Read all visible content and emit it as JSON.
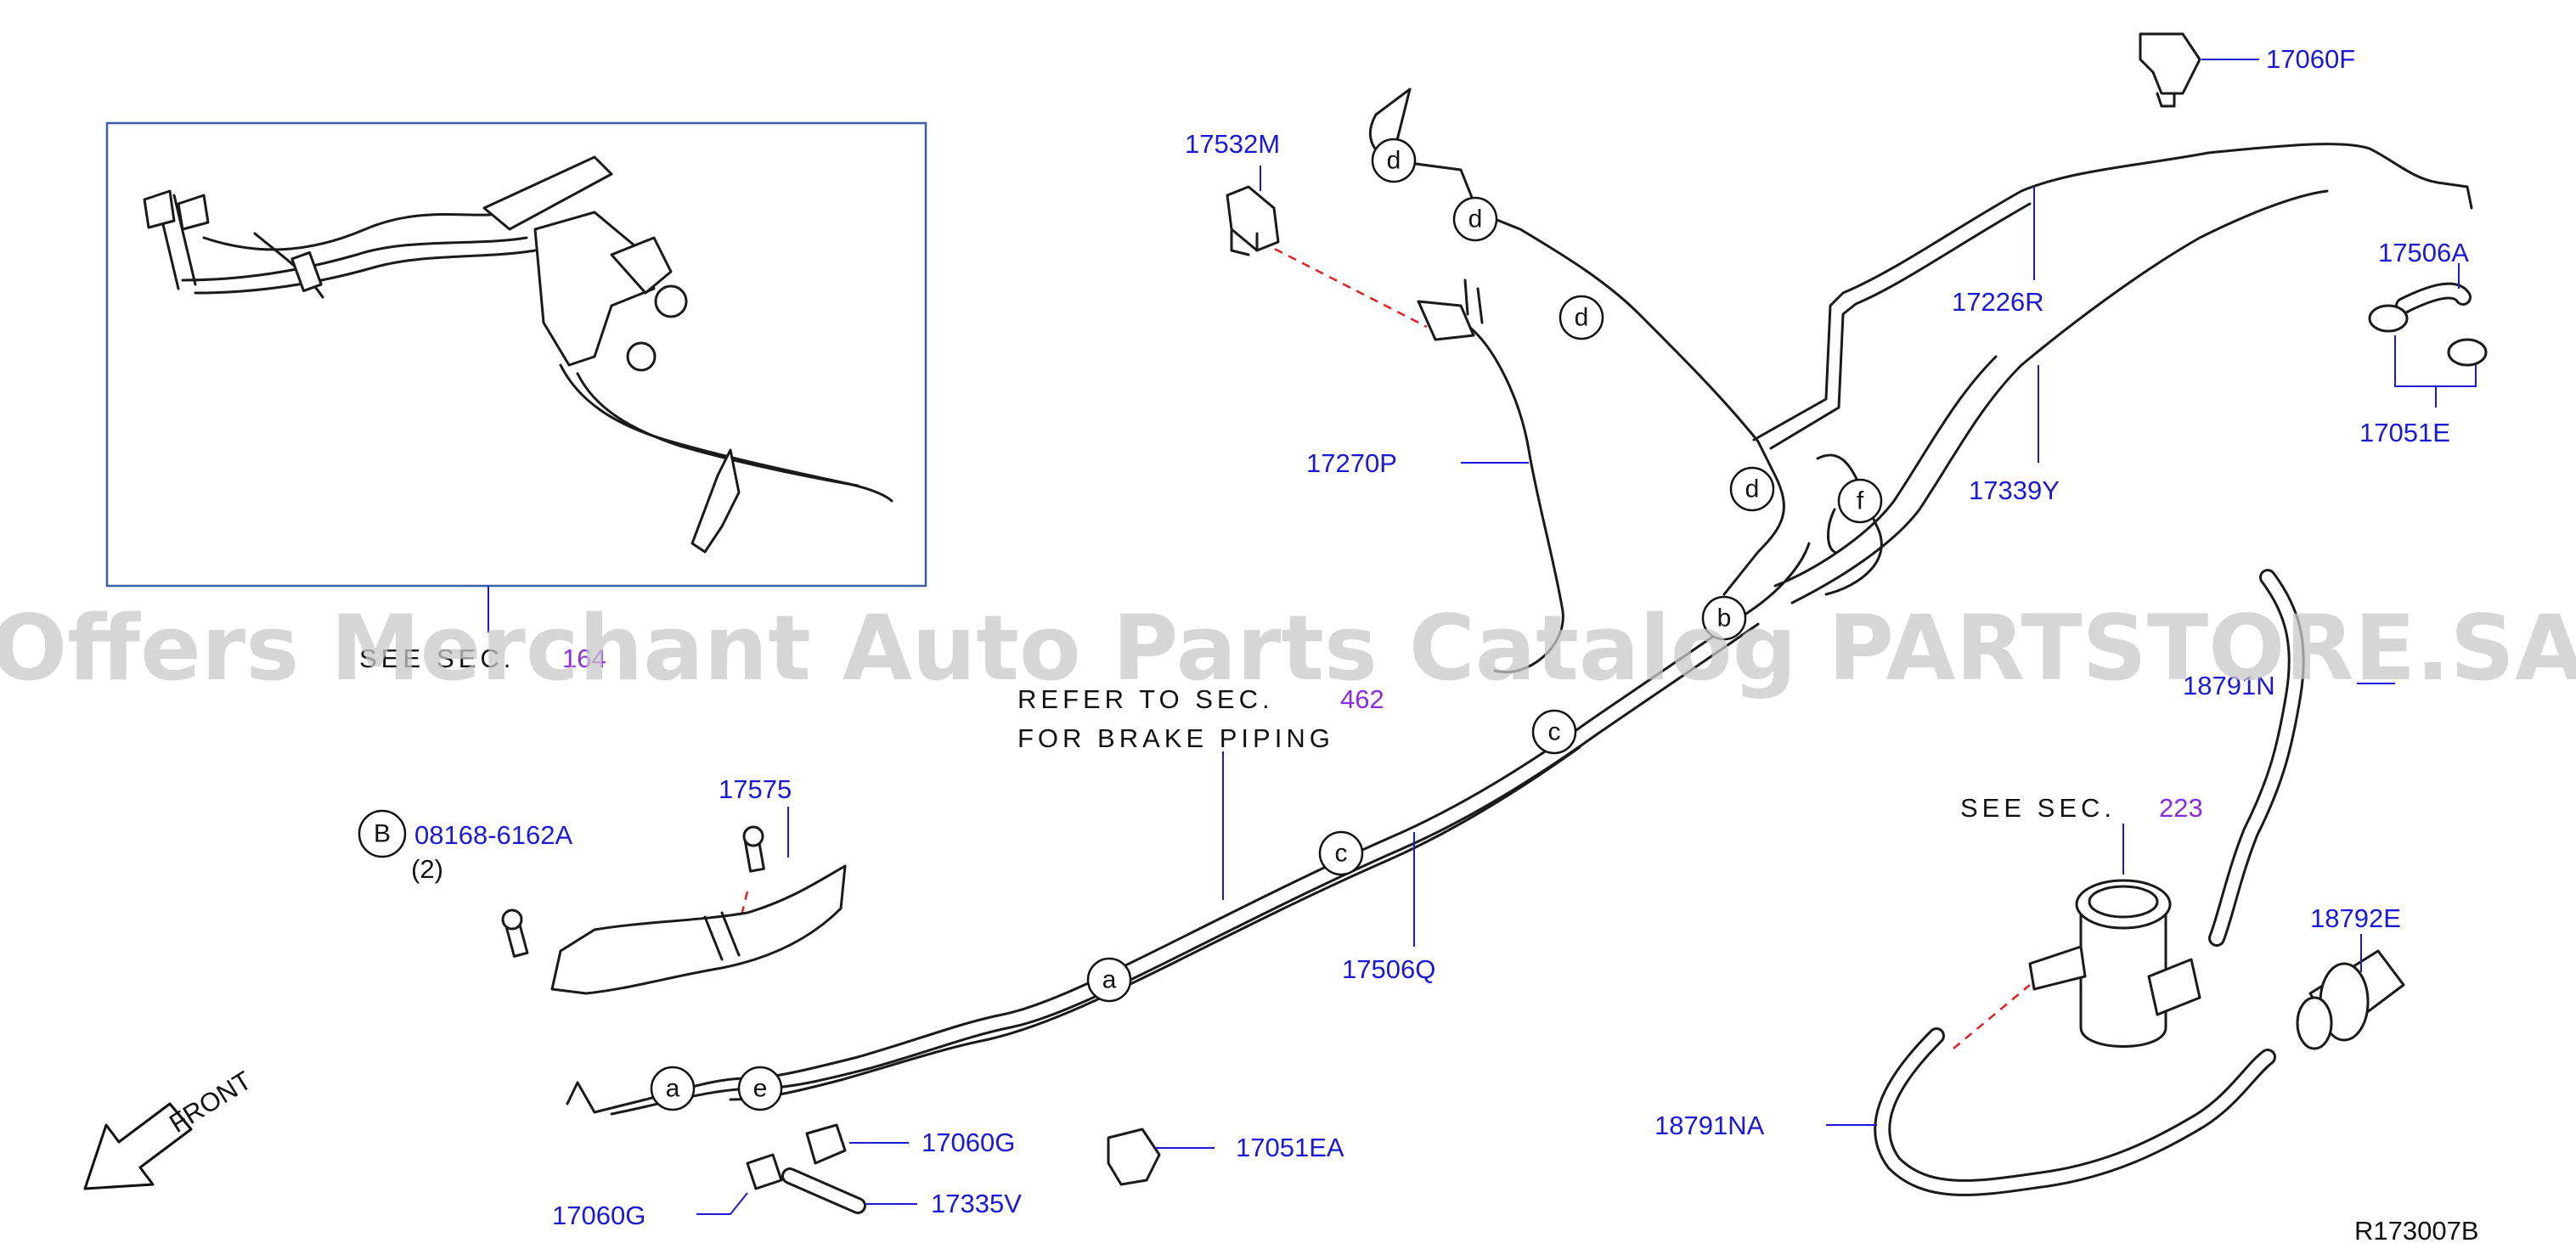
{
  "diagram": {
    "watermark": "Offers Merchant Auto Parts Catalog PARTSTORE.SA",
    "reference_code": "R173007B",
    "front_label": "FRONT",
    "inset": {
      "see_word": "SEE",
      "sec_word": "SEC.",
      "section": "164"
    },
    "brake_note": {
      "line1": "REFER  TO  SEC.",
      "section": "462",
      "line2": "FOR  BRAKE  PIPING"
    },
    "see_sec_223": {
      "text": "SEE  SEC.",
      "section": "223"
    },
    "bolt": {
      "marker": "B",
      "part": "08168-6162A",
      "qty": "(2)"
    },
    "part_numbers": {
      "p17060F": "17060F",
      "p17532M": "17532M",
      "p17226R": "17226R",
      "p17506A": "17506A",
      "p17051E": "17051E",
      "p17270P": "17270P",
      "p17339Y": "17339Y",
      "p18791N": "18791N",
      "p17575": "17575",
      "p17506Q": "17506Q",
      "p18792E": "18792E",
      "p17060G_a": "17060G",
      "p17051EA": "17051EA",
      "p18791NA": "18791NA",
      "p17060G_b": "17060G",
      "p17335V": "17335V"
    },
    "callouts": {
      "d1": "d",
      "d2": "d",
      "d3": "d",
      "d4": "d",
      "f": "f",
      "b": "b",
      "c1": "c",
      "c2": "c",
      "a1": "a",
      "a2": "a",
      "e": "e"
    }
  }
}
